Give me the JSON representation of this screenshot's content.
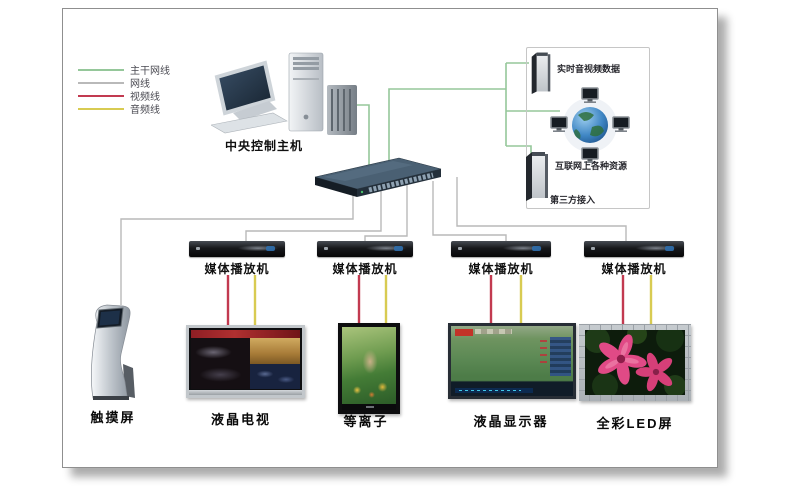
{
  "legend": {
    "items": [
      {
        "label": "主干网线",
        "color": "#95c79a"
      },
      {
        "label": "网线",
        "color": "#b9b9b9"
      },
      {
        "label": "视频线",
        "color": "#c23a50"
      },
      {
        "label": "音频线",
        "color": "#d8cb52"
      }
    ]
  },
  "central_host": {
    "label": "中央控制主机"
  },
  "server_group": {
    "realtime_av_label": "实时音视频数据",
    "internet_label": "互联网上各种资源",
    "third_party_label": "第三方接入"
  },
  "media_players": [
    {
      "label": "媒体播放机"
    },
    {
      "label": "媒体播放机"
    },
    {
      "label": "媒体播放机"
    },
    {
      "label": "媒体播放机"
    }
  ],
  "displays": [
    {
      "label": "触摸屏"
    },
    {
      "label": "液晶电视"
    },
    {
      "label": "等离子"
    },
    {
      "label": "液晶显示器"
    },
    {
      "label": "全彩LED屏"
    }
  ],
  "line_colors": {
    "backbone": "#95c79a",
    "network": "#b9b9b9",
    "video": "#c23a50",
    "audio": "#d8cb52"
  }
}
